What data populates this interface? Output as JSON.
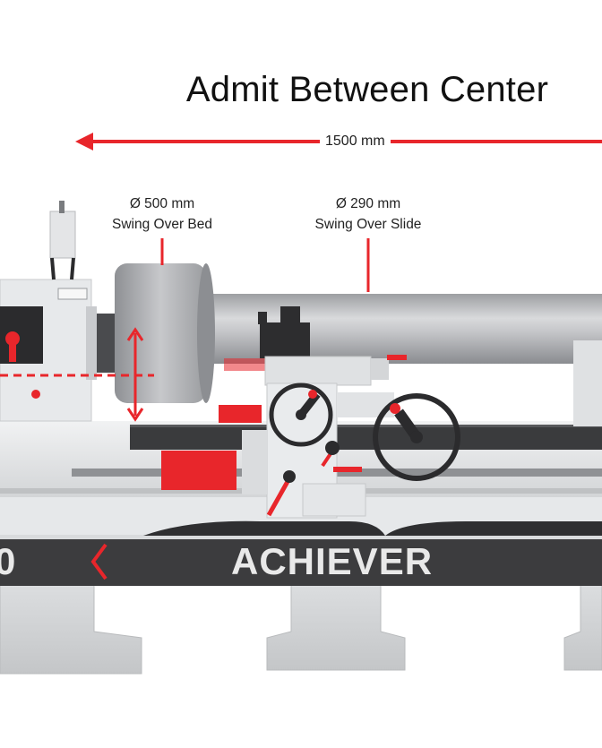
{
  "title": "Admit Between Center",
  "length_dimension": "1500 mm",
  "swing_over_bed": {
    "value": "Ø 500 mm",
    "label": "Swing Over Bed"
  },
  "swing_over_slide": {
    "value": "Ø 290 mm",
    "label": "Swing Over Slide"
  },
  "banner": {
    "model_fragment": "0",
    "brand": "ACHIEVER"
  },
  "colors": {
    "accent_red": "#e8262b",
    "banner_dark": "#3c3c3e",
    "machine_light": "#e4e6e8",
    "chuck_grey": "#a9abae"
  }
}
